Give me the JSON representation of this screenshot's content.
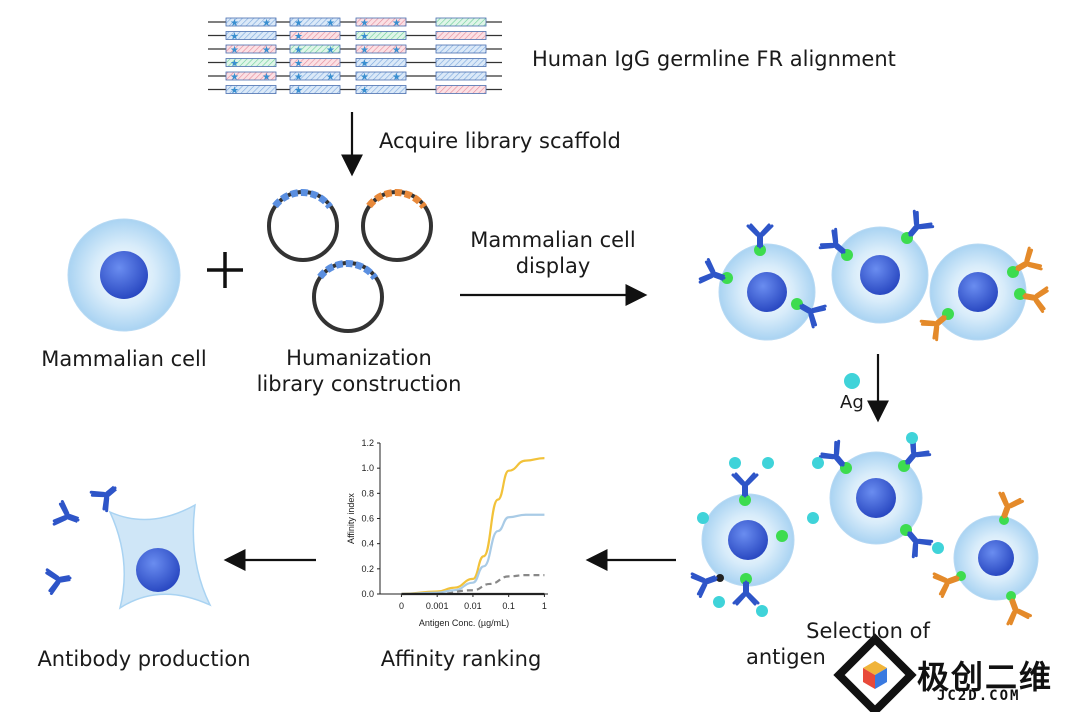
{
  "labels": {
    "germline_alignment": "Human IgG germline FR alignment",
    "acquire_scaffold": "Acquire library scaffold",
    "mammalian_cell": "Mammalian cell",
    "humanization_line1": "Humanization",
    "humanization_line2": "library construction",
    "display_line1": "Mammalian cell",
    "display_line2": "display",
    "antigen": "Ag",
    "selection_line1": "Selection of",
    "selection_line2": "antigen",
    "affinity_ranking": "Affinity ranking",
    "antibody_production": "Antibody production"
  },
  "watermark": {
    "cn": "极创二维",
    "en": "JC2D.COM"
  },
  "colors": {
    "cell_fill": "#cfe6f7",
    "nucleus": "#3d62d6",
    "antibody_blue": "#2e55c8",
    "antibody_orange": "#e48a2a",
    "receptor_green": "#3ddc4f",
    "antigen_cyan": "#3fd3d9",
    "plasmid_blue": "#5b8fe0",
    "plasmid_orange": "#e8893a"
  },
  "chart_data": {
    "type": "line",
    "xlabel": "Antigen Conc. (µg/mL)",
    "ylabel": "Affinity index",
    "x_scale": "log",
    "x_ticks": [
      "0",
      "0.001",
      "0.01",
      "0.1",
      "1"
    ],
    "y_ticks": [
      "0.0",
      "0.2",
      "0.4",
      "0.6",
      "0.8",
      "1.0",
      "1.2"
    ],
    "ylim": [
      0,
      1.2
    ],
    "series": [
      {
        "color": "#f2c23a",
        "style": "solid",
        "x": [
          0.0001,
          0.001,
          0.003,
          0.01,
          0.02,
          0.05,
          0.1,
          0.3,
          1
        ],
        "y": [
          0.0,
          0.02,
          0.05,
          0.12,
          0.3,
          0.75,
          0.98,
          1.06,
          1.08
        ]
      },
      {
        "color": "#a9cbe6",
        "style": "solid",
        "x": [
          0.0001,
          0.001,
          0.003,
          0.01,
          0.02,
          0.05,
          0.1,
          0.3,
          1
        ],
        "y": [
          0.0,
          0.01,
          0.03,
          0.09,
          0.22,
          0.5,
          0.61,
          0.63,
          0.63
        ]
      },
      {
        "color": "#888888",
        "style": "dashed",
        "x": [
          0.001,
          0.01,
          0.03,
          0.1,
          0.3,
          1
        ],
        "y": [
          0.0,
          0.03,
          0.08,
          0.14,
          0.15,
          0.15
        ]
      },
      {
        "color": "#222222",
        "style": "solid",
        "x": [
          0.0001,
          1
        ],
        "y": [
          0.0,
          0.0
        ]
      }
    ]
  }
}
